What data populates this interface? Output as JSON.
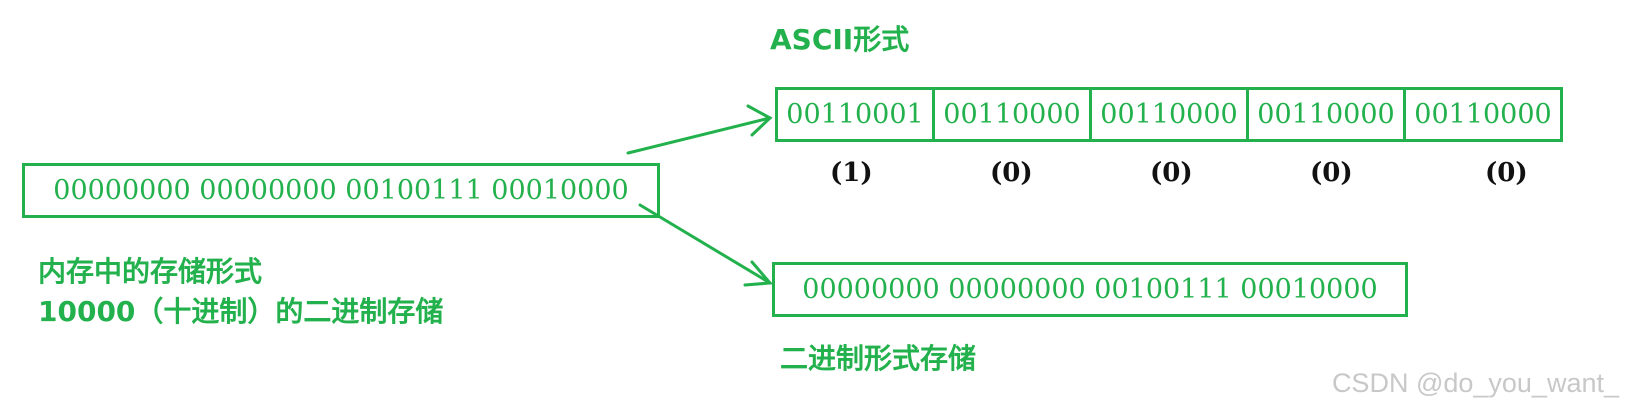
{
  "ascii": {
    "title": "ASCII形式",
    "cells": [
      "00110001",
      "00110000",
      "00110000",
      "00110000",
      "00110000"
    ],
    "digits": [
      "(1)",
      "(0)",
      "(0)",
      "(0)",
      "(0)"
    ]
  },
  "memory": {
    "value": "00000000 00000000 00100111 00010000",
    "caption_line1": "内存中的存储形式",
    "caption_line2": "10000（十进制）的二进制存储"
  },
  "binary": {
    "value": "00000000 00000000 00100111 00010000",
    "caption": "二进制形式存储"
  },
  "watermark": "CSDN @do_you_want_",
  "colors": {
    "accent": "#22b14c",
    "arrow": "#22b14c",
    "watermark": "#c8c8c8"
  }
}
